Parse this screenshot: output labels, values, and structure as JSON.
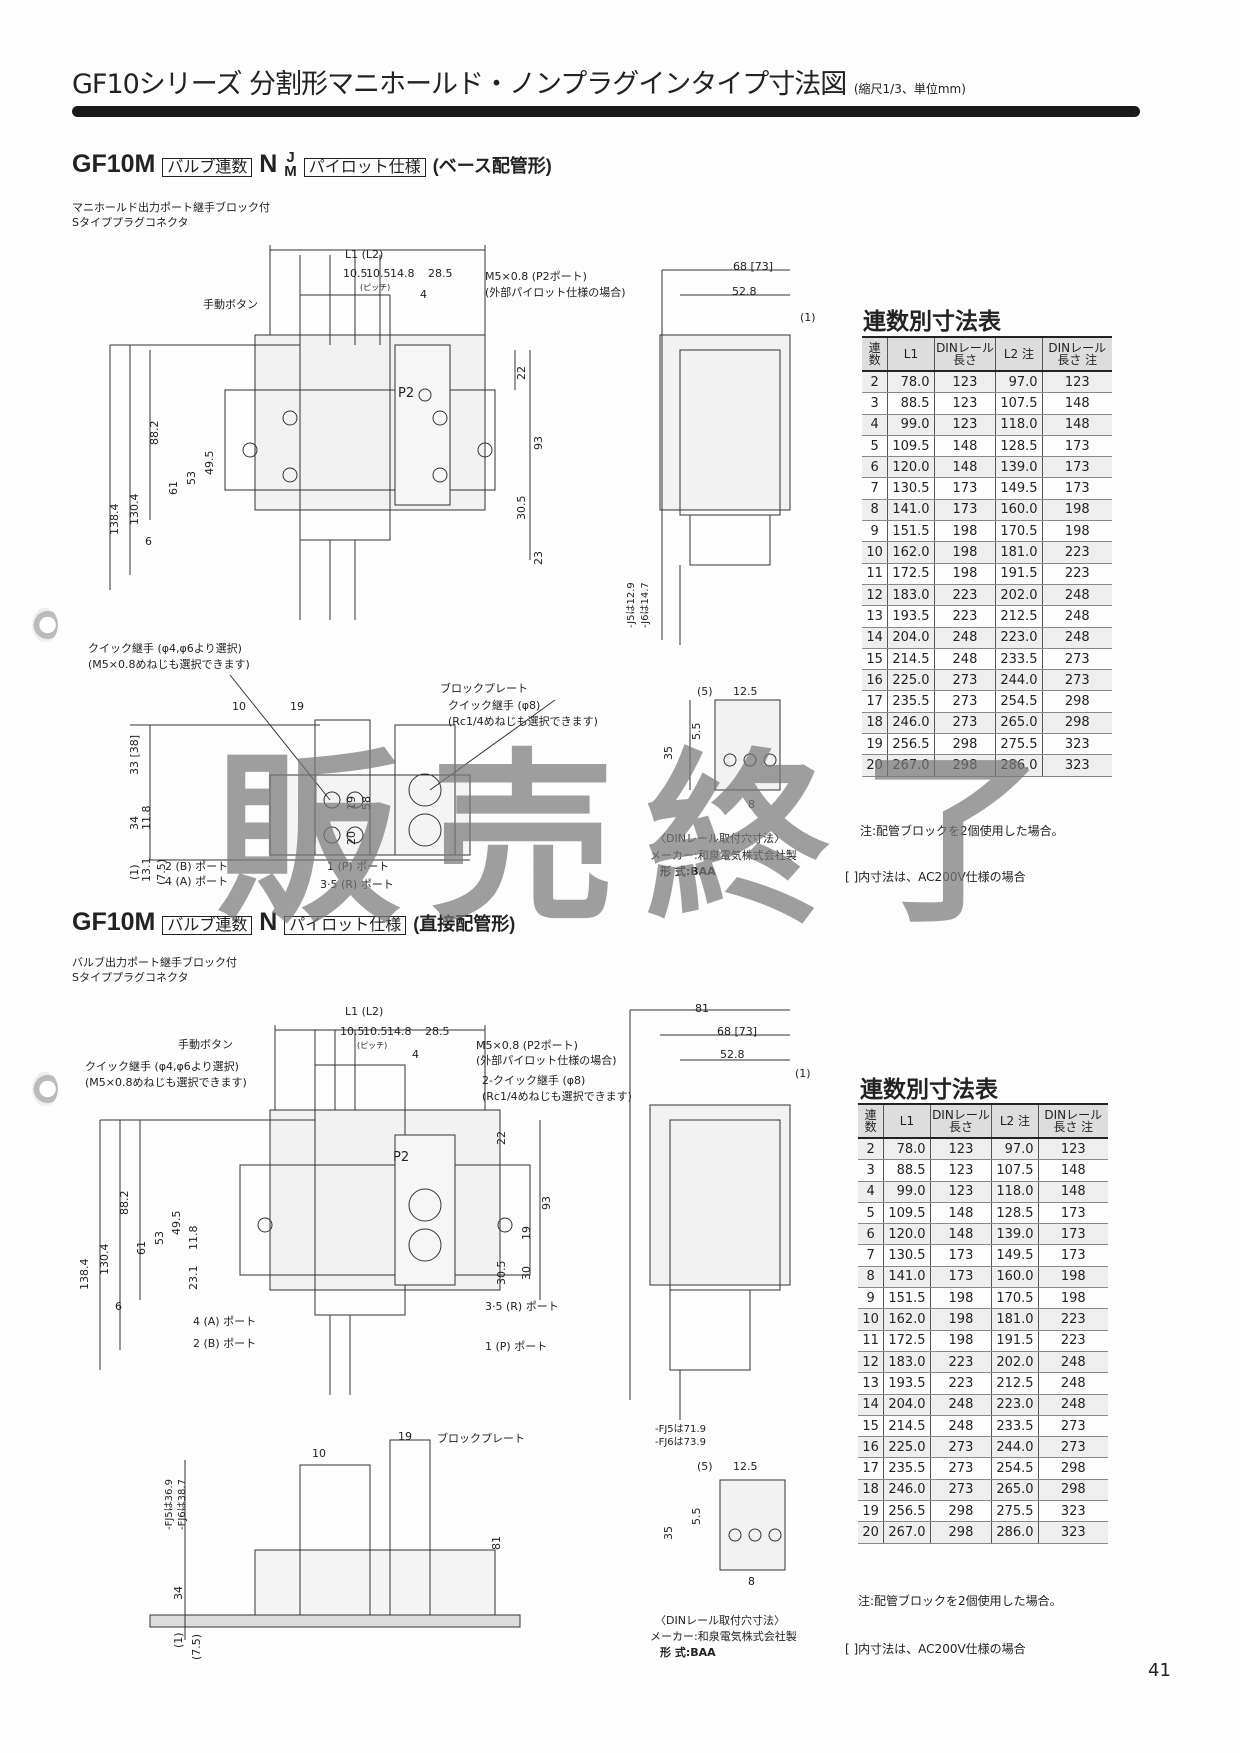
{
  "header": {
    "title": "GF10シリーズ 分割形マニホールド・ノンプラグインタイプ寸法図",
    "scale_note": "(縮尺1/3、単位mm)"
  },
  "section1": {
    "model": "GF10M",
    "box1": "バルブ連数",
    "n": "N",
    "jm_top": "J",
    "jm_bottom": "M",
    "box2": "パイロット仕様",
    "suffix": "(ベース配管形)",
    "desc1": "マニホールド出力ポート継手ブロック付",
    "desc2": "Sタイププラグコネクタ",
    "labels": {
      "l1l2": "L1 (L2)",
      "d105a": "10.5",
      "d105b": "10.5",
      "d148": "14.8",
      "d285": "28.5",
      "pitch": "(ピッチ)",
      "d4": "4",
      "m5": "M5×0.8 (P2ポート)",
      "m5b": "(外部パイロット仕様の場合)",
      "manual": "手動ボタン",
      "p2": "P2",
      "d22": "22",
      "d93": "93",
      "d305": "30.5",
      "d23": "23",
      "d1384": "138.4",
      "d1304": "130.4",
      "d882": "88.2",
      "d61": "61",
      "d53": "53",
      "d495": "49.5",
      "d6": "6",
      "j5": "-J5は12.9",
      "j6": "-J6は14.7",
      "side68": "68 [73]",
      "side528": "52.8",
      "side1": "(1)",
      "quick": "クイック継手 (φ4,φ6より選択)",
      "quick2": "(M5×0.8めねじも選択できます)",
      "blockplate": "ブロックプレート",
      "quick8": "クイック継手 (φ8)",
      "rc": "(Rc1/4めねじも選択できます)",
      "d10": "10",
      "d19": "19",
      "d33": "33 [38]",
      "d34": "34",
      "d118": "11.8",
      "d1": "(1)",
      "d131": "13.1",
      "d75": "(7.5)",
      "d19b": "19",
      "d58": "58",
      "d20": "20",
      "port2b": "2 (B) ポート",
      "port4a": "4 (A) ポート",
      "port1p": "1 (P) ポート",
      "port35r": "3·5 (R) ポート"
    },
    "din": {
      "d5": "(5)",
      "d125": "12.5",
      "d55": "5.5",
      "d35": "35",
      "d8": "8",
      "title": "〈DINレール取付穴寸法〉",
      "maker": "メーカー:和泉電気株式会社製",
      "type": "形 式:BAA"
    },
    "bracket_note": "[ ]内寸法は、AC200V仕様の場合"
  },
  "section2": {
    "model": "GF10M",
    "box1": "バルブ連数",
    "n": "N",
    "box2": "パイロット仕様",
    "suffix": "(直接配管形)",
    "desc1": "バルブ出力ポート継手ブロック付",
    "desc2": "Sタイププラグコネクタ",
    "labels": {
      "l1l2": "L1 (L2)",
      "d105a": "10.5",
      "d105b": "10.5",
      "d148": "14.8",
      "d285": "28.5",
      "pitch": "(ピッチ)",
      "d4": "4",
      "m5": "M5×0.8 (P2ポート)",
      "m5b": "(外部パイロット仕様の場合)",
      "manual": "手動ボタン",
      "quick": "クイック継手 (φ4,φ6より選択)",
      "quick2": "(M5×0.8めねじも選択できます)",
      "quick8": "2-クイック継手 (φ8)",
      "rc": "(Rc1/4めねじも選択できます)",
      "p2": "P2",
      "d22": "22",
      "d93": "93",
      "d19": "19",
      "d305": "30.5",
      "d30": "30",
      "d1384": "138.4",
      "d1304": "130.4",
      "d882": "88.2",
      "d61": "61",
      "d53": "53",
      "d495": "49.5",
      "d118": "11.8",
      "d231": "23.1",
      "d6": "6",
      "port4a": "4 (A) ポート",
      "port2b": "2 (B) ポート",
      "port35r": "3·5 (R) ポート",
      "port1p": "1 (P) ポート",
      "side81": "81",
      "side68": "68 [73]",
      "side528": "52.8",
      "side1": "(1)",
      "fj5": "-FJ5は71.9",
      "fj6": "-FJ6は73.9",
      "d10": "10",
      "d19b": "19",
      "blockplate": "ブロックプレート",
      "fj5b": "-FJ5は36.9",
      "fj6b": "-FJ6は38.7",
      "d81": "81",
      "d34": "34",
      "d1": "(1)",
      "d75": "(7.5)"
    },
    "din": {
      "d5": "(5)",
      "d125": "12.5",
      "d55": "5.5",
      "d35": "35",
      "d8": "8",
      "title": "〈DINレール取付穴寸法〉",
      "maker": "メーカー:和泉電気株式会社製",
      "type": "形 式:BAA"
    },
    "bracket_note": "[ ]内寸法は、AC200V仕様の場合"
  },
  "table": {
    "title": "連数別寸法表",
    "headers": [
      "連数",
      "L1",
      "DINレール長さ",
      "L2 注",
      "DINレール長さ 注"
    ],
    "rows": [
      [
        "2",
        "78.0",
        "123",
        "97.0",
        "123"
      ],
      [
        "3",
        "88.5",
        "123",
        "107.5",
        "148"
      ],
      [
        "4",
        "99.0",
        "123",
        "118.0",
        "148"
      ],
      [
        "5",
        "109.5",
        "148",
        "128.5",
        "173"
      ],
      [
        "6",
        "120.0",
        "148",
        "139.0",
        "173"
      ],
      [
        "7",
        "130.5",
        "173",
        "149.5",
        "173"
      ],
      [
        "8",
        "141.0",
        "173",
        "160.0",
        "198"
      ],
      [
        "9",
        "151.5",
        "198",
        "170.5",
        "198"
      ],
      [
        "10",
        "162.0",
        "198",
        "181.0",
        "223"
      ],
      [
        "11",
        "172.5",
        "198",
        "191.5",
        "223"
      ],
      [
        "12",
        "183.0",
        "223",
        "202.0",
        "248"
      ],
      [
        "13",
        "193.5",
        "223",
        "212.5",
        "248"
      ],
      [
        "14",
        "204.0",
        "248",
        "223.0",
        "248"
      ],
      [
        "15",
        "214.5",
        "248",
        "233.5",
        "273"
      ],
      [
        "16",
        "225.0",
        "273",
        "244.0",
        "273"
      ],
      [
        "17",
        "235.5",
        "273",
        "254.5",
        "298"
      ],
      [
        "18",
        "246.0",
        "273",
        "265.0",
        "298"
      ],
      [
        "19",
        "256.5",
        "298",
        "275.5",
        "323"
      ],
      [
        "20",
        "267.0",
        "298",
        "286.0",
        "323"
      ]
    ],
    "note": "注:配管ブロックを2個使用した場合。"
  },
  "watermark": "販売終了",
  "page_number": "41"
}
